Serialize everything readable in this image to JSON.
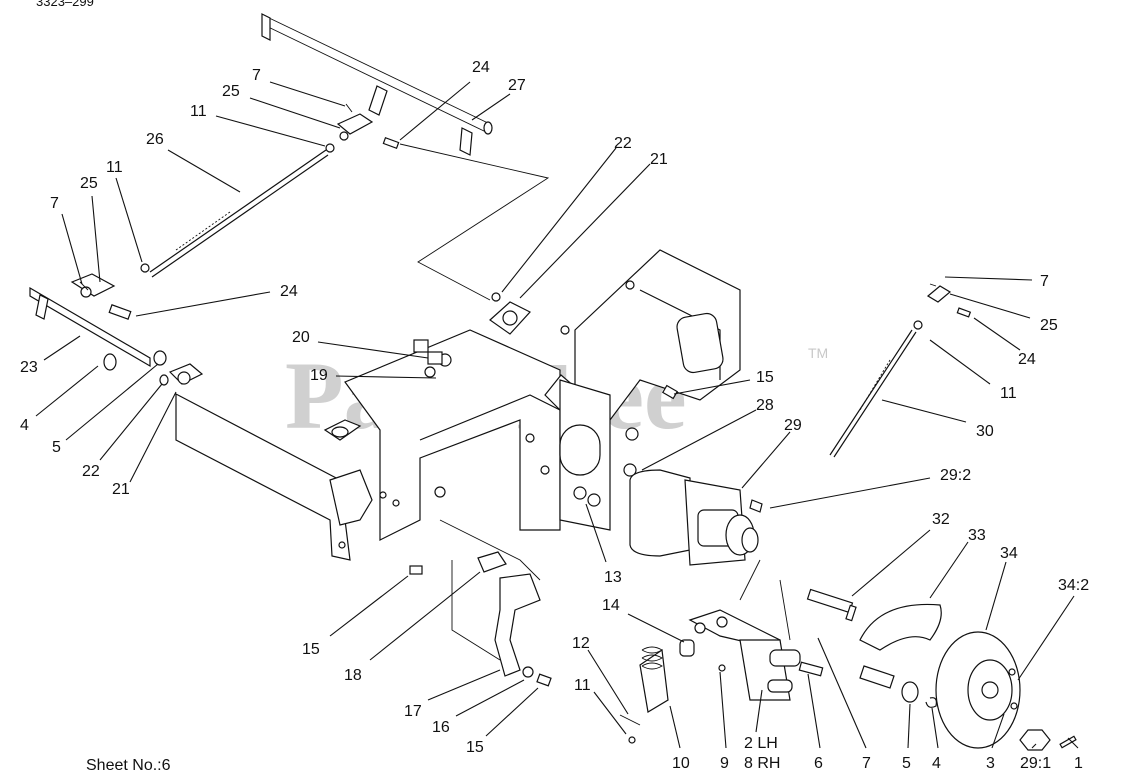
{
  "drawing_number": "3323–299",
  "sheet_label": "Sheet No.:6",
  "watermark": {
    "text": "PartsTree",
    "tm": "TM"
  },
  "callouts": [
    "7",
    "25",
    "11",
    "24",
    "27",
    "26",
    "11",
    "25",
    "7",
    "24",
    "23",
    "4",
    "5",
    "22",
    "21",
    "20",
    "19",
    "22",
    "21",
    "15",
    "28",
    "29",
    "7",
    "25",
    "24",
    "11",
    "30",
    "29:2",
    "13",
    "15",
    "18",
    "17",
    "16",
    "15",
    "14",
    "12",
    "11",
    "10",
    "9",
    "2 LH",
    "8 RH",
    "6",
    "7",
    "32",
    "33",
    "34",
    "34:2",
    "5",
    "4",
    "3",
    "29:1",
    "1"
  ]
}
